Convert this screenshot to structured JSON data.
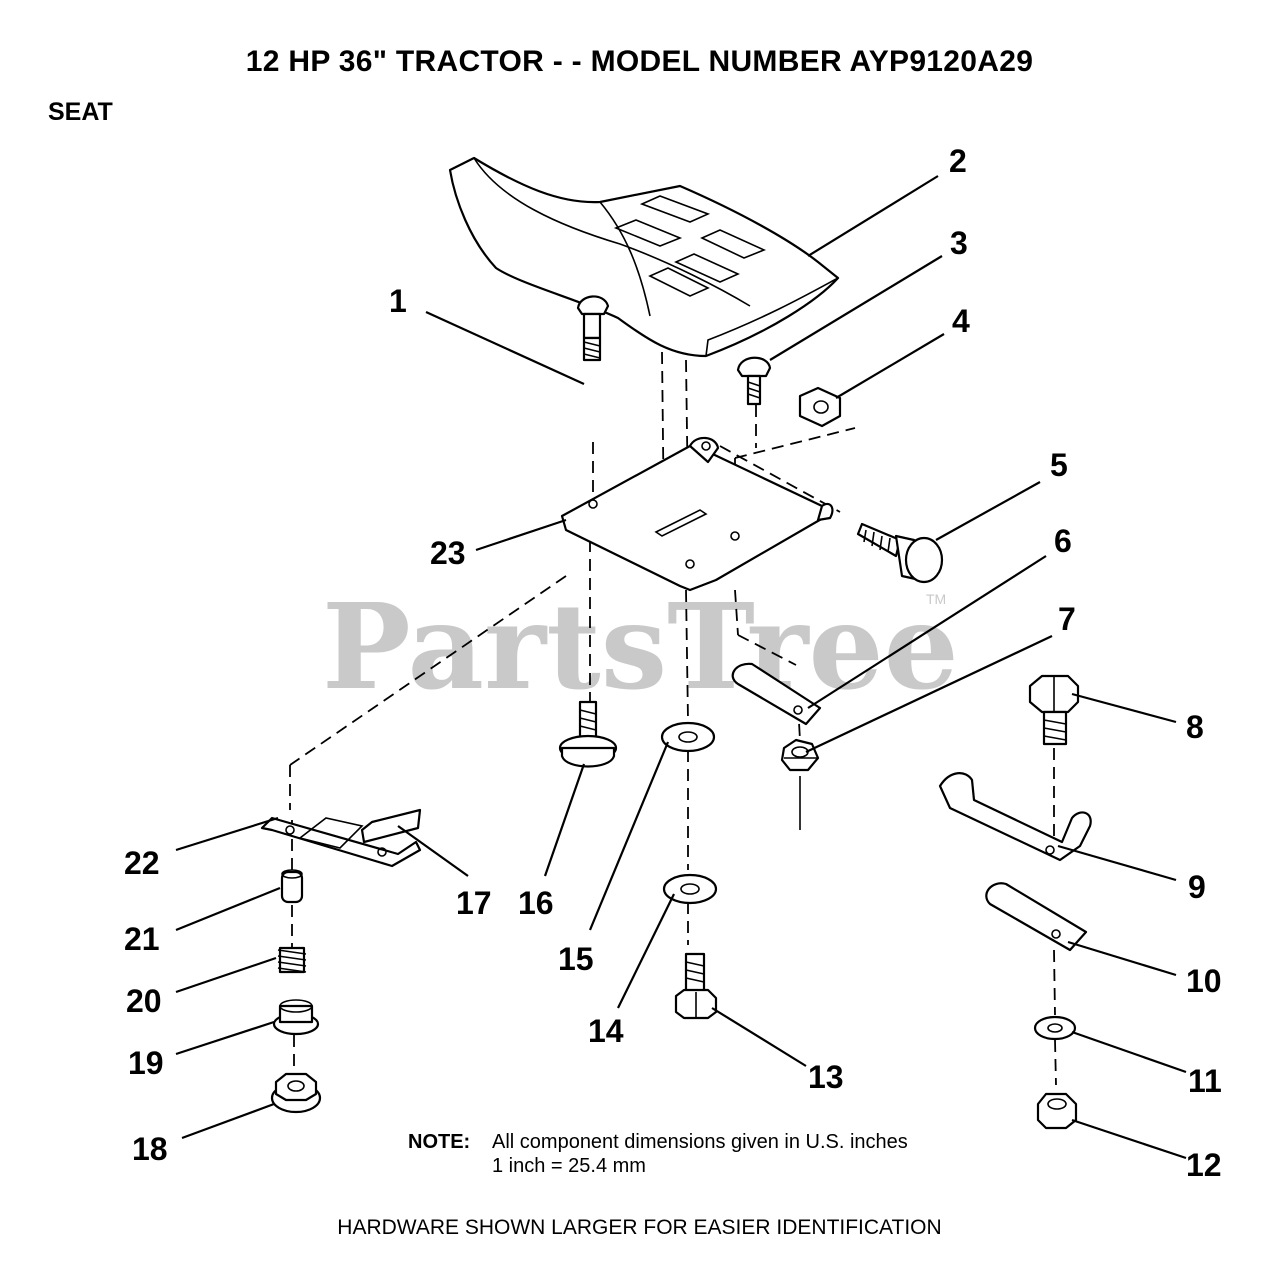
{
  "title": "12 HP 36\" TRACTOR - - MODEL NUMBER AYP9120A29",
  "section": "SEAT",
  "watermark": {
    "text": "PartsTree",
    "mark": "TM"
  },
  "callouts": [
    "1",
    "2",
    "3",
    "4",
    "5",
    "6",
    "7",
    "8",
    "9",
    "10",
    "11",
    "12",
    "13",
    "14",
    "15",
    "16",
    "17",
    "18",
    "19",
    "20",
    "21",
    "22",
    "23"
  ],
  "note": {
    "label": "NOTE:",
    "line1": "All component dimensions given in U.S. inches",
    "line2": "1 inch = 25.4 mm"
  },
  "footer": "HARDWARE SHOWN LARGER FOR EASIER IDENTIFICATION"
}
